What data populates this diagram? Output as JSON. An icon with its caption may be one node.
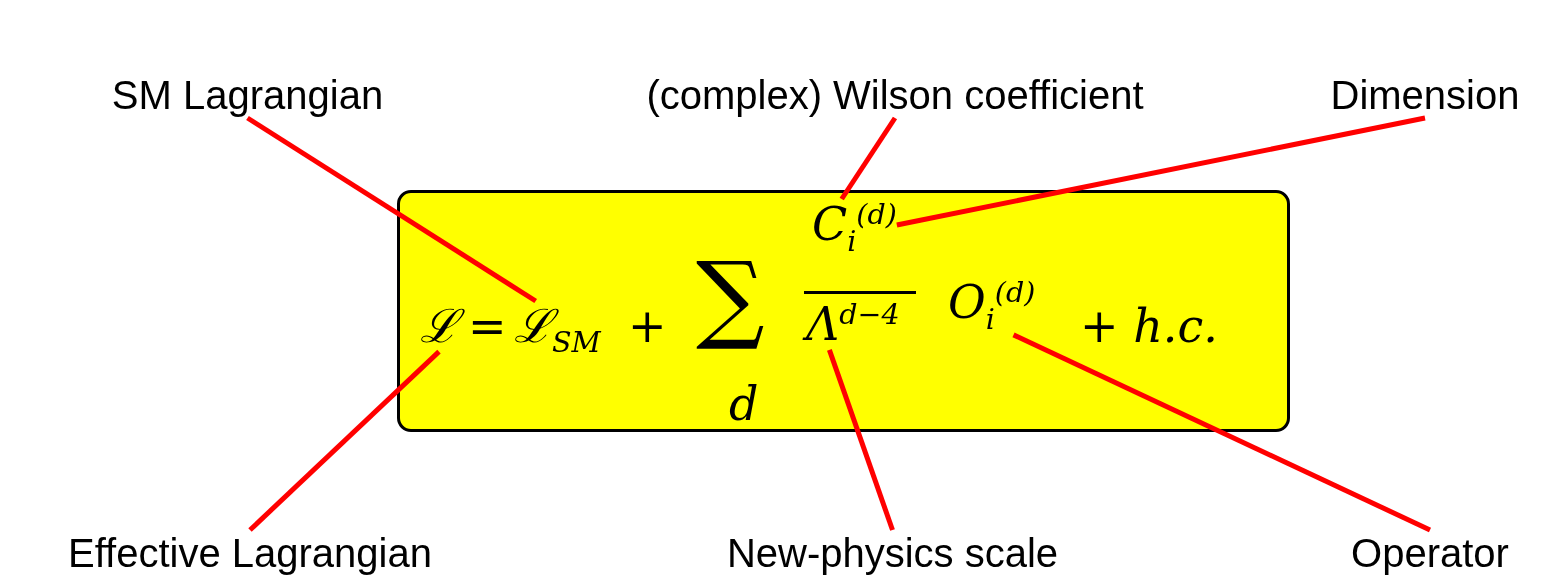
{
  "diagram": {
    "nodes": [
      {
        "text": [],
        "shape": "box"
      },
      {
        "text": [
          "ℒ"
        ],
        "in": 0
      },
      {
        "text": [
          "ℒ$_{SM}$"
        ],
        "in": 0
      },
      {
        "text": [
          "C$_{i}$$^{(d)}$"
        ],
        "in": 0
      },
      {
        "text": [
          "Λ$^{d−4}$"
        ],
        "in": 0
      },
      {
        "text": [
          "O$_{i}$$^{(d)}$"
        ],
        "in": 0
      },
      {
        "text": [
          "SM Lagrangian"
        ]
      },
      {
        "text": [
          "(complex) Wilson coefficient"
        ]
      },
      {
        "text": [
          "Dimension"
        ]
      },
      {
        "text": [
          "Effective Lagrangian"
        ]
      },
      {
        "text": [
          "New-physics scale"
        ]
      },
      {
        "text": [
          "Operator"
        ]
      }
    ],
    "edges": [
      {
        "from": 6,
        "to": 2,
        "arrow": "none"
      },
      {
        "from": 7,
        "to": 3,
        "arrow": "none"
      },
      {
        "from": 8,
        "to": 3,
        "arrow": "none"
      },
      {
        "from": 9,
        "to": 1,
        "arrow": "none"
      },
      {
        "from": 10,
        "to": 4,
        "arrow": "none"
      },
      {
        "from": 11,
        "to": 5,
        "arrow": "none"
      }
    ],
    "labels": [
      "=",
      "+",
      "∑",
      "d",
      "+ h.c."
    ]
  }
}
